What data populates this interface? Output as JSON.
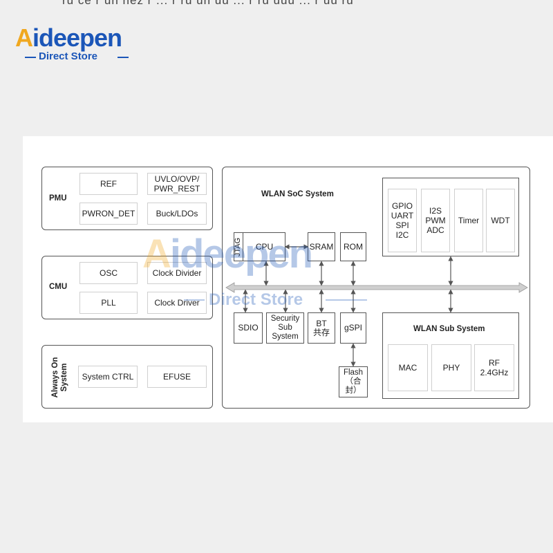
{
  "top_cut_text": "ru ce r un nez r ... r ru un uu ... r ru uuu ... r uu ru",
  "logo": {
    "brand": "Aideepen",
    "sub": "Direct Store",
    "colors": {
      "a": "#f0a820",
      "rest": "#1b56b8",
      "sub": "#1b56b8"
    }
  },
  "diagram": {
    "pmu": {
      "label": "PMU",
      "cells": [
        "REF",
        "UVLO/OVP/\nPWR_REST",
        "PWRON_DET",
        "Buck/LDOs"
      ]
    },
    "cmu": {
      "label": "CMU",
      "cells": [
        "OSC",
        "Clock Divider",
        "PLL",
        "Clock Driver"
      ]
    },
    "always_on": {
      "label": "Always On\nSystem",
      "cells": [
        "System CTRL",
        "EFUSE"
      ]
    },
    "soc": {
      "label": "WLAN SoC System",
      "peripherals": [
        "GPIO\nUART\nSPI\nI2C",
        "I2S\nPWM\nADC",
        "Timer",
        "WDT"
      ],
      "jtag": "JTAG",
      "cpu": "CPU",
      "sram": "SRAM",
      "rom": "ROM",
      "sdio": "SDIO",
      "security": "Security\nSub\nSystem",
      "bt": "BT\n共存",
      "gspi": "gSPI",
      "flash": "Flash\n（合封）",
      "sub": {
        "label": "WLAN Sub System",
        "cells": [
          "MAC",
          "PHY",
          "RF\n2.4GHz"
        ]
      }
    }
  },
  "watermark": {
    "brand": "Aideepen",
    "sub": "Direct Store"
  }
}
